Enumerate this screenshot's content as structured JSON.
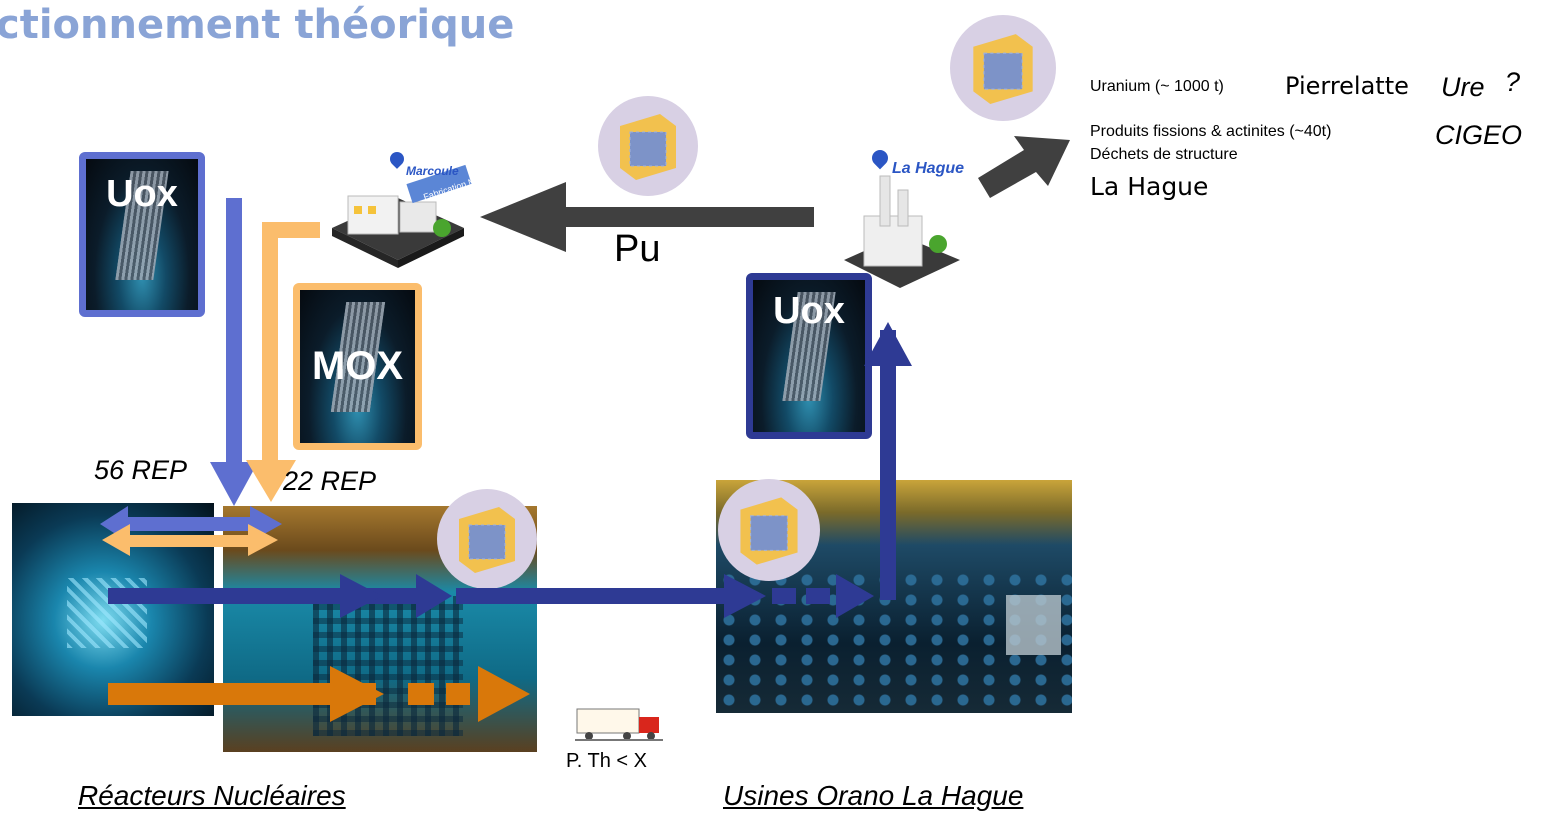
{
  "title": "ctionnement théorique",
  "fuel": {
    "uox_left": "Uox",
    "mox": "MOX",
    "uox_right": "Uox"
  },
  "reactors": {
    "rep56": "56 REP",
    "rep22": "22 REP",
    "caption": "Réacteurs Nucléaires"
  },
  "plants": {
    "caption": "Usines Orano La Hague"
  },
  "flow": {
    "pu": "Pu",
    "truck_condition": "P. Th < X"
  },
  "sites": {
    "marcoule": "Marcoule",
    "marcoule_sub": "Fabrication MOX",
    "lahague_pin": "La Hague"
  },
  "outputs": {
    "uranium": "Uranium (~ 1000 t)",
    "pierrelatte": "Pierrelatte",
    "ure": "Ure",
    "question": "?",
    "pf": "Produits fissions & actinites (~40t)",
    "cigeo": "CIGEO",
    "dechets": "Déchets de structure",
    "lahague": "La Hague"
  },
  "colors": {
    "title": "#8aa4d6",
    "uox_blue": "#5e6fd0",
    "dark_blue": "#2e3a94",
    "mox_orange": "#fbbd6c",
    "dark_orange": "#d9780a",
    "grey_arrow": "#404040"
  }
}
